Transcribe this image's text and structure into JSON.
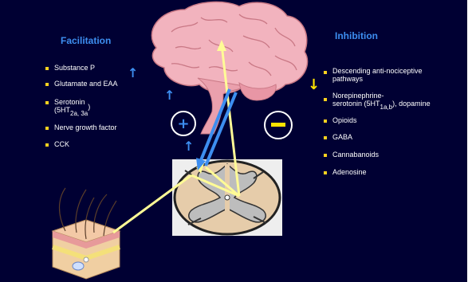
{
  "facilitation": {
    "title": "Facilitation",
    "items": [
      {
        "text": "Substance P"
      },
      {
        "text": "Glutamate and EAA"
      },
      {
        "line1": "Serotonin",
        "line2": "(5HT",
        "sub": "2a, 3a",
        "close": ")"
      },
      {
        "text": "Nerve growth factor"
      },
      {
        "text": "CCK"
      }
    ]
  },
  "inhibition": {
    "title": "Inhibition",
    "items": [
      {
        "line1": "Descending anti-nociceptive",
        "line2": "pathways"
      },
      {
        "line1": "Norepinephrine-",
        "line2a": "serotonin (5HT",
        "sub": "1a,b",
        "line2b": "), dopamine"
      },
      {
        "text": "Opioids"
      },
      {
        "text": "GABA"
      },
      {
        "text": "Cannabanoids"
      },
      {
        "text": "Adenosine"
      }
    ]
  },
  "symbols": {
    "plus": "+",
    "minus": "−",
    "up_arrow": "↑",
    "down_arrow": "↓"
  },
  "colors": {
    "background": "#000033",
    "heading": "#3d8ef0",
    "bullet": "#ffd21f",
    "ascending_pathway": "#fffb96",
    "descending_pathway": "#3d8ef0"
  }
}
